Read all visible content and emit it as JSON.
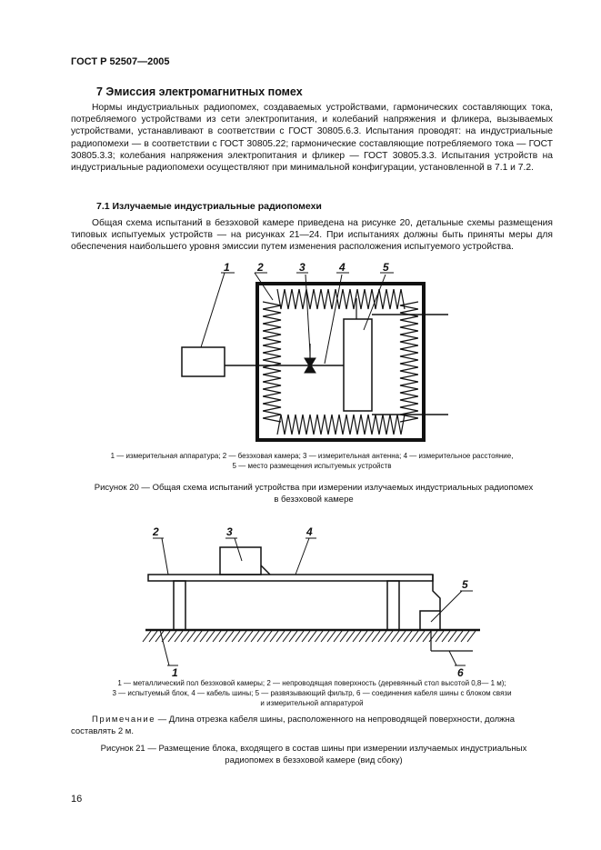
{
  "header": "ГОСТ Р 52507—2005",
  "section7": {
    "title": "7  Эмиссия электромагнитных помех",
    "paragraph": "Нормы индустриальных радиопомех, создаваемых устройствами, гармонических составляющих тока, потребляемого устройствами из сети электропитания, и колебаний напряжения и фликера, вызываемых устройствами, устанавливают в соответствии с ГОСТ 30805.6.3. Испытания проводят: на индустриальные радиопомехи — в соответствии с ГОСТ 30805.22; гармонические составляющие потребляемого тока — ГОСТ 30805.3.3; колебания напряжения электропитания и фликер — ГОСТ 30805.3.3. Испытания устройств на индустриальные радиопомехи осуществляют при минимальной конфигурации, установленной в 7.1 и 7.2."
  },
  "section71": {
    "title": "7.1  Излучаемые индустриальные радиопомехи",
    "paragraph": "Общая схема испытаний в безэховой камере приведена на рисунке 20, детальные схемы размещения типовых испытуемых устройств — на рисунках 21—24. При испытаниях должны быть приняты меры для обеспечения наибольшего уровня эмиссии путем изменения расположения испытуемого устройства."
  },
  "figure20": {
    "labels": [
      "1",
      "2",
      "3",
      "4",
      "5"
    ],
    "caption_line1": "1 — измерительная аппаратура; 2 — безэховая камера; 3 — измерительная антенна; 4 — измерительное расстояние,",
    "caption_line2": "5 — место размещения испытуемых устройств",
    "title": "Рисунок 20 — Общая схема испытаний устройства при измерении излучаемых индустриальных радиопомех в безэховой камере"
  },
  "figure21": {
    "labels": [
      "1",
      "2",
      "3",
      "4",
      "5",
      "6"
    ],
    "caption_line1": "1 — металлический пол безэховой камеры; 2 — непроводящая поверхность (деревянный стол высотой 0,8— 1 м);",
    "caption_line2": "3 — испытуемый блок, 4 — кабель шины; 5 — развязывающий фильтр, 6 — соединения кабеля шины с блоком связи",
    "caption_line3": "и измерительной аппаратурой",
    "note_label": "Примечание",
    "note_text": " — Длина отрезка кабеля шины, расположенного на непроводящей поверхности, должна составлять 2 м.",
    "title": "Рисунок 21 — Размещение блока, входящего в состав шины при измерении излучаемых индустриальных радиопомех в безэховой камере (вид сбоку)"
  },
  "page_number": "16"
}
